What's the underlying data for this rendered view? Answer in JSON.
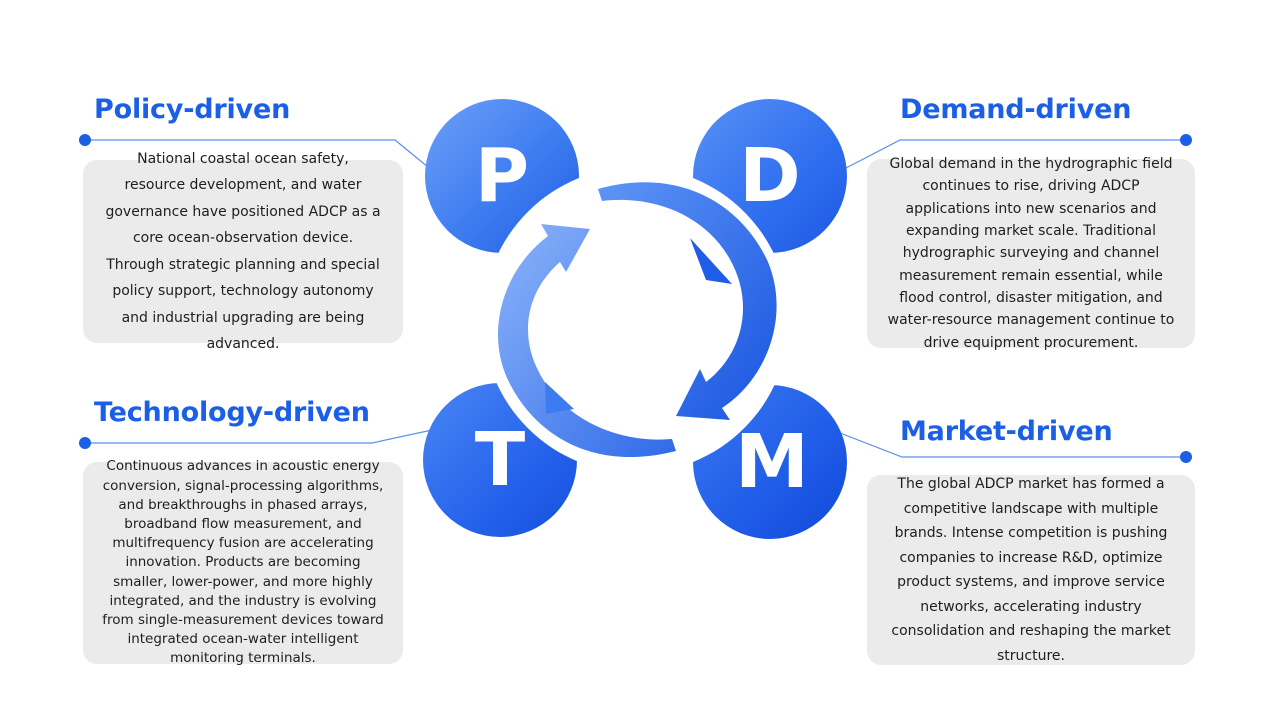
{
  "colors": {
    "accent": "#1a5fe6",
    "circle_light": "#4d8af5",
    "circle_dark": "#1a5ae8",
    "card_background": "#ebebeb",
    "text": "#1e1e1e",
    "connector_line": "#5b8ff0"
  },
  "drivers": [
    {
      "letter": "P",
      "heading": "Policy-driven",
      "body": "National coastal ocean safety, resource development, and water governance have positioned ADCP as a core ocean-observation device. Through strategic planning and special policy support, technology autonomy and industrial upgrading are being advanced."
    },
    {
      "letter": "D",
      "heading": "Demand-driven",
      "body": "Global demand in the hydrographic field continues to rise, driving ADCP applications into new scenarios and expanding market scale. Traditional hydrographic surveying and channel measurement remain essential, while flood control, disaster mitigation, and water-resource management continue to drive equipment procurement."
    },
    {
      "letter": "T",
      "heading": "Technology-driven",
      "body": "Continuous advances in acoustic energy conversion, signal-processing algorithms, and breakthroughs in phased arrays, broadband flow measurement, and multifrequency fusion are accelerating innovation. Products are becoming smaller, lower-power, and more highly integrated, and the industry is evolving from single-measurement devices toward integrated ocean-water intelligent monitoring terminals."
    },
    {
      "letter": "M",
      "heading": "Market-driven",
      "body": "The global ADCP market has formed a competitive landscape with multiple brands. Intense competition is pushing companies to increase R&D, optimize product systems, and improve service networks, accelerating industry consolidation and reshaping the market structure."
    }
  ]
}
